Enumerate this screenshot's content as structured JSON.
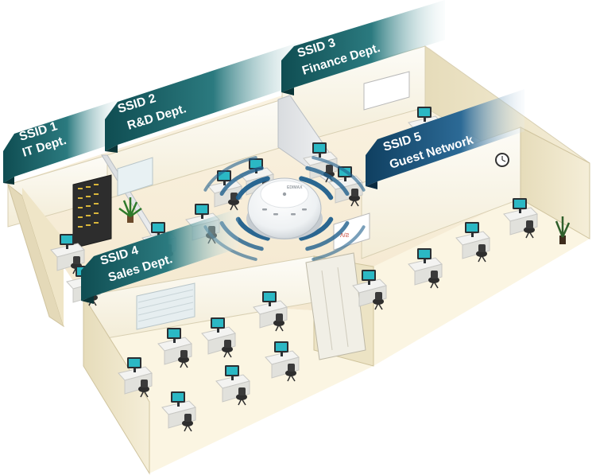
{
  "banners": [
    {
      "id": "ssid1",
      "line1": "SSID 1",
      "line2": "IT Dept."
    },
    {
      "id": "ssid2",
      "line1": "SSID 2",
      "line2": "R&D Dept."
    },
    {
      "id": "ssid3",
      "line1": "SSID 3",
      "line2": "Finance Dept."
    },
    {
      "id": "ssid4",
      "line1": "SSID 4",
      "line2": "Sales Dept."
    },
    {
      "id": "ssid5",
      "line1": "SSID 5",
      "line2": "Guest Network"
    }
  ],
  "access_point": {
    "brand": "EDIMAX"
  },
  "whiteboard": {
    "scribble": "Λ/Ƨ"
  },
  "colors": {
    "banner_dark": "#0f4d52",
    "banner_mid": "#2b7a7f",
    "banner_light": "#d9ecee",
    "guest_dark": "#0f3f60",
    "guest_light": "#dce9f3",
    "floor": "#f7efdc",
    "wall_beige": "#efe6c9",
    "signal_wave": "#1f5f8c",
    "monitor_screen": "#2bb8c4"
  }
}
